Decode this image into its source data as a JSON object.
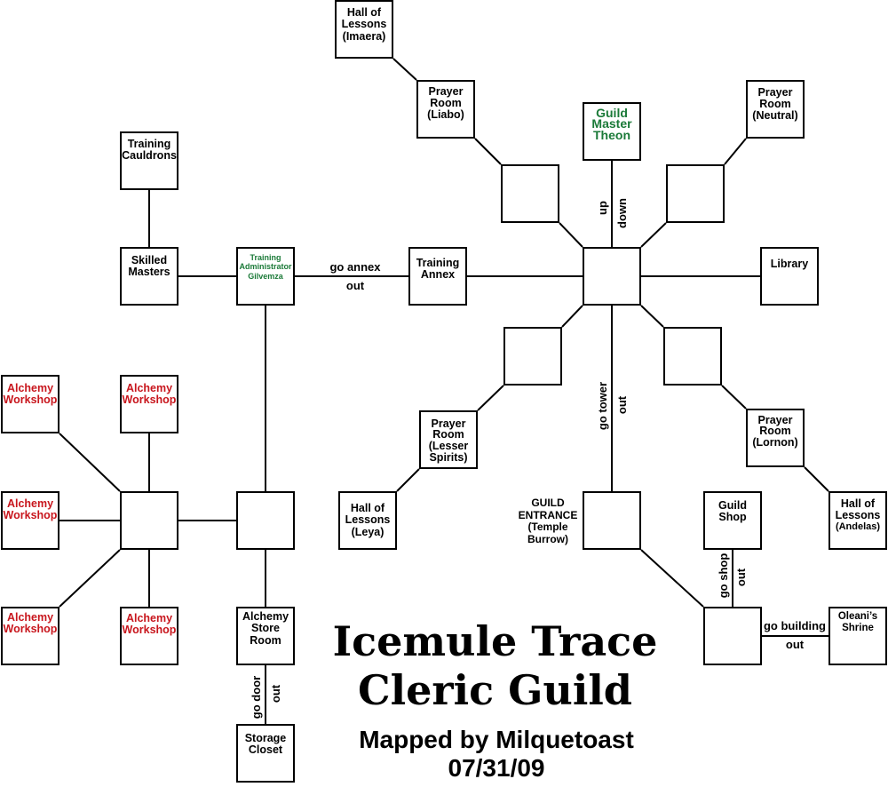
{
  "title": {
    "line1": "Icemule Trace",
    "line2": "Cleric Guild"
  },
  "credit": "Mapped by Milquetoast",
  "date": "07/31/09",
  "colors": {
    "npc_text": "#1b7a38",
    "alchemy_text": "#c8161d",
    "ink": "#000000",
    "background": "#ffffff"
  },
  "rooms": {
    "hall_of_lessons_imaera": [
      "Hall of",
      "Lessons",
      "(Imaera)"
    ],
    "prayer_room_liabo": [
      "Prayer",
      "Room",
      "(Liabo)"
    ],
    "guild_master_theon": [
      "Guild",
      "Master",
      "Theon"
    ],
    "prayer_room_neutral": [
      "Prayer",
      "Room",
      "(Neutral)"
    ],
    "library": [
      "Library"
    ],
    "training_annex": [
      "Training",
      "Annex"
    ],
    "training_administrator": [
      "Training",
      "Administrator",
      "Gilvemza"
    ],
    "skilled_masters": [
      "Skilled",
      "Masters"
    ],
    "training_cauldrons": [
      "Training",
      "Cauldrons"
    ],
    "prayer_room_lesser_spirits": [
      "Prayer",
      "Room",
      "(Lesser",
      "Spirits)"
    ],
    "prayer_room_lornon": [
      "Prayer",
      "Room",
      "(Lornon)"
    ],
    "hall_of_lessons_leya": [
      "Hall of",
      "Lessons",
      "(Leya)"
    ],
    "hall_of_lessons_andelas": [
      "Hall of",
      "Lessons",
      "(Andelas)"
    ],
    "guild_entrance": [
      "GUILD",
      "ENTRANCE",
      "(Temple",
      "Burrow)"
    ],
    "guild_shop": [
      "Guild",
      "Shop"
    ],
    "oleanis_shrine": [
      "Oleani’s",
      "Shrine"
    ],
    "alchemy_workshops": [
      [
        "Alchemy",
        "Workshop"
      ],
      [
        "Alchemy",
        "Workshop"
      ],
      [
        "Alchemy",
        "Workshop"
      ],
      [
        "Alchemy",
        "Workshop"
      ],
      [
        "Alchemy",
        "Workshop"
      ]
    ],
    "alchemy_store_room": [
      "Alchemy",
      "Store",
      "Room"
    ],
    "storage_closet": [
      "Storage",
      "Closet"
    ]
  },
  "exits": {
    "annex": {
      "go": "go annex",
      "back": "out"
    },
    "stairs": {
      "up": "up",
      "down": "down"
    },
    "tower": {
      "go": "go tower",
      "back": "out"
    },
    "door": {
      "go": "go door",
      "back": "out"
    },
    "shop": {
      "go": "go shop",
      "back": "out"
    },
    "building": {
      "go": "go building",
      "back": "out"
    }
  }
}
